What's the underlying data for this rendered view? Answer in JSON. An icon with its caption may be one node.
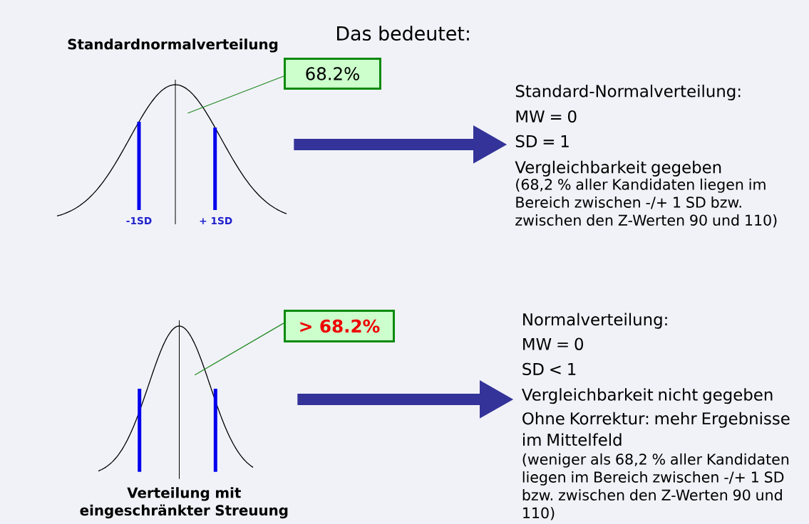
{
  "diagram": {
    "title": "Das bedeutet:",
    "nodes": [
      {
        "text": [
          "Standardnormalverteilung"
        ]
      },
      {
        "text": [
          "68.2%"
        ]
      },
      {
        "text": [
          "Standard-Normalverteilung:",
          "MW = 0",
          "SD = 1",
          "Vergleichbarkeit gegeben",
          "(68,2 % aller Kandidaten liegen im Bereich zwischen -/+ 1 SD bzw. zwischen den Z-Werten 90 und 110)"
        ]
      },
      {
        "text": [
          "Verteilung mit eingeschränkter Streuung"
        ]
      },
      {
        "text": [
          "> 68.2%"
        ]
      },
      {
        "text": [
          "Normalverteilung:",
          "MW = 0",
          "SD < 1",
          "Vergleichbarkeit nicht gegeben",
          "Ohne Korrektur: mehr Ergebnisse im Mittelfeld",
          "(weniger als 68,2 % aller Kandidaten liegen im Bereich zwischen -/+ 1 SD bzw. zwischen den Z-Werten 90 und 110)"
        ]
      }
    ],
    "edges": [
      {
        "from": 0,
        "to": 2,
        "arrow": "to",
        "style": "thick",
        "color": "#333399"
      },
      {
        "from": 1,
        "to": 0,
        "arrow": "none",
        "color": "#228b22"
      },
      {
        "from": 3,
        "to": 5,
        "arrow": "to",
        "style": "thick",
        "color": "#333399"
      },
      {
        "from": 4,
        "to": 3,
        "arrow": "none",
        "color": "#228b22"
      }
    ],
    "labels": [
      "-1SD",
      "+ 1SD"
    ]
  }
}
